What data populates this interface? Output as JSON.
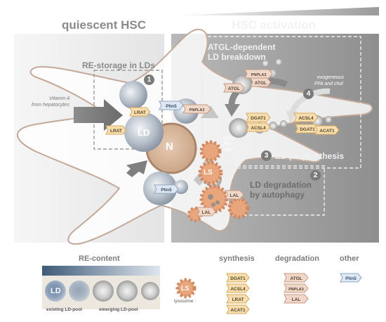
{
  "panels": {
    "quiescent_title": "quiescent HSC",
    "activation_title": "HSC activation"
  },
  "processes": {
    "re_storage": "RE-storage in LDs",
    "atgl_line1": "ATGL-dependent",
    "atgl_line2": "LD breakdown",
    "ld_resynthesis": "LD (re-)synthesis",
    "degradation_line1": "LD degradation",
    "degradation_line2": "by autophagy",
    "exogenous_line1": "exogeneous",
    "exogenous_line2": "FFA and chol",
    "vitamin_line1": "Vitamin A",
    "vitamin_line2": "from hepatocytes",
    "flow_line1": "ROH",
    "flow_line2": "FFA",
    "flow_line3": "chol"
  },
  "badges": [
    "1",
    "2",
    "3",
    "4"
  ],
  "cell_labels": {
    "nucleus": "N",
    "lipid_droplet": "LD",
    "lysosome": "LS"
  },
  "proteins": {
    "lrat": "LRAT",
    "plin5": "Plin5",
    "pnpla3": "PNPLA3",
    "atgl": "ATGL",
    "dgat1": "DGAT1",
    "acsl4": "ACSL4",
    "acat1": "ACAT1",
    "lal": "LAL"
  },
  "legend": {
    "re_content": "RE-content",
    "ld_label": "LD",
    "existing_pool": "existing LD-pool",
    "emerging_pool": "emerging LD-pool",
    "ls_label": "LS",
    "lysosome": "lysosome",
    "synthesis": "synthesis",
    "degradation": "degradation",
    "other": "other",
    "synthesis_items": [
      "DGAT1",
      "ACSL4",
      "LRAT",
      "ACAT1"
    ],
    "degradation_items": [
      "ATGL",
      "PNPLA3",
      "LAL"
    ],
    "other_items": [
      "Plin5"
    ]
  },
  "colors": {
    "synthesis_fill": "#f6deb0",
    "synthesis_stroke": "#d9a95a",
    "degradation_fill": "#f0d8c8",
    "degradation_stroke": "#c89a86",
    "other_fill": "#dfe8f2",
    "other_stroke": "#8ea7c1",
    "lysosome_fill": "#e9a57c",
    "nucleus_fill": "#d8b598",
    "nucleus_stroke": "#a9866b"
  }
}
